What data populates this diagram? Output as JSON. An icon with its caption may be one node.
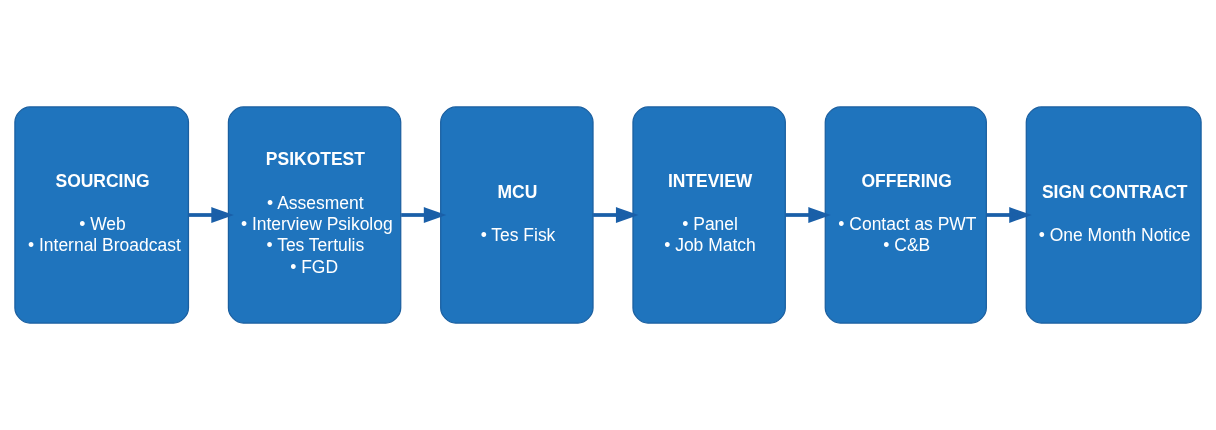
{
  "diagram": {
    "nodes": [
      {
        "text": [
          "SOURCING",
          "• Web",
          "• Internal Broadcast"
        ]
      },
      {
        "text": [
          "PSIKOTEST",
          "• Assesment",
          "• Interview Psikolog",
          "• Tes Tertulis",
          "• FGD"
        ]
      },
      {
        "text": [
          "MCU",
          "• Tes Fisk"
        ]
      },
      {
        "text": [
          "INTEVIEW",
          "• Panel",
          "• Job Match"
        ]
      },
      {
        "text": [
          "OFFERING",
          "• Contact as PWT",
          "• C&B"
        ]
      },
      {
        "text": [
          "SIGN CONTRACT",
          "• One Month Notice"
        ]
      }
    ],
    "edges": [
      {
        "from": 0,
        "to": 1,
        "arrow": "to"
      },
      {
        "from": 1,
        "to": 2,
        "arrow": "to"
      },
      {
        "from": 2,
        "to": 3,
        "arrow": "to"
      },
      {
        "from": 3,
        "to": 4,
        "arrow": "to"
      },
      {
        "from": 4,
        "to": 5,
        "arrow": "to"
      }
    ]
  }
}
